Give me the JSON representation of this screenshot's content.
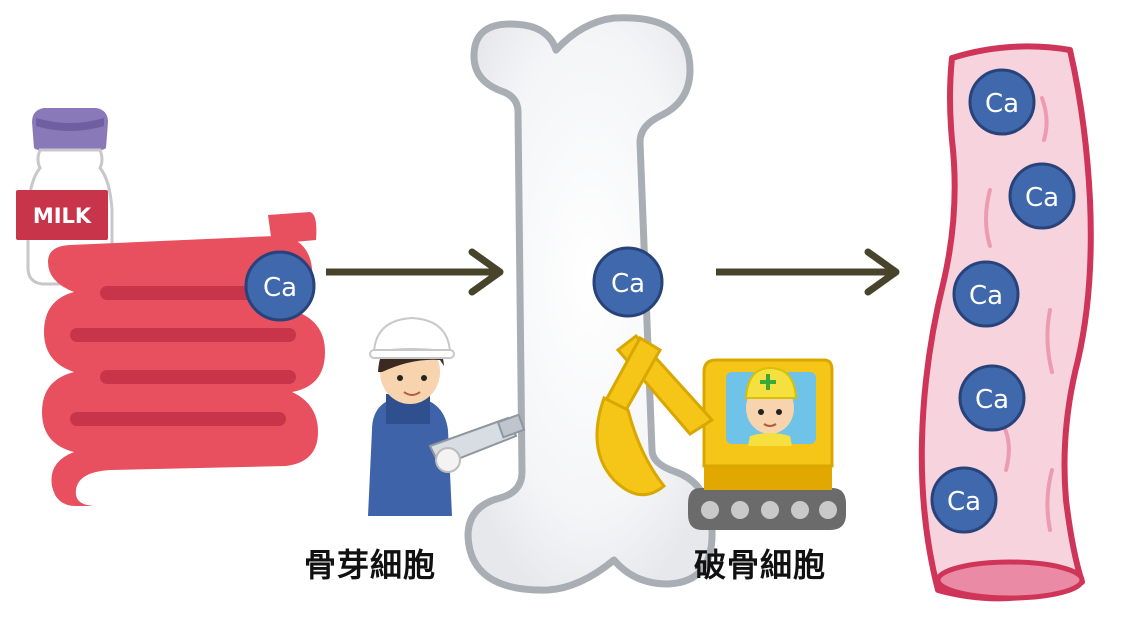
{
  "milk_label": "MILK",
  "ca_label": "Ca",
  "osteoblast_label": "骨芽細胞",
  "osteoclast_label": "破骨細胞",
  "colors": {
    "intestine": "#e8505f",
    "intestine_dark": "#c8354a",
    "arrow": "#48432b",
    "ca_fill": "#3f68ad",
    "ca_stroke": "#27437a",
    "bone_outline": "#a9aeb5",
    "vessel_fill": "#f7d3dd",
    "vessel_stroke": "#cf3558",
    "excavator": "#f5c518",
    "worker_uniform": "#3f63a8"
  }
}
